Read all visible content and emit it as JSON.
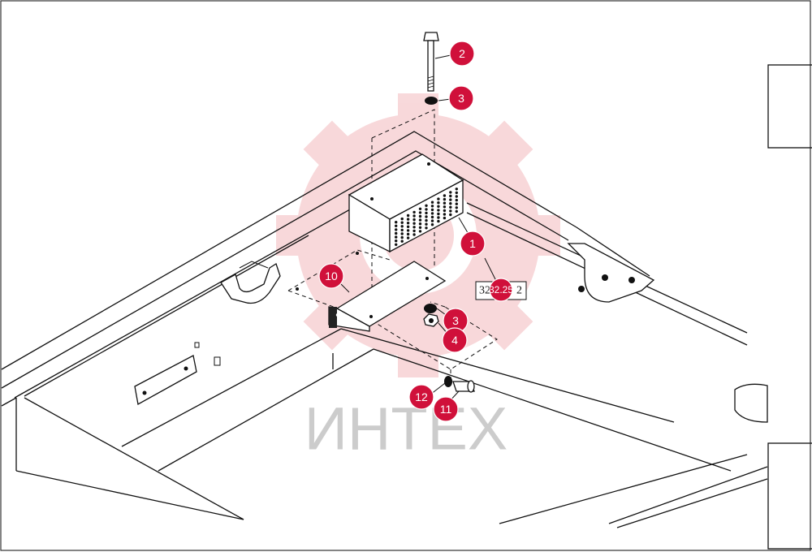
{
  "watermark": {
    "text": "ИНТЕХ",
    "color": "#d0d0d0",
    "gear_color": "#f3b9bd"
  },
  "callout_color": "#d0103a",
  "callouts": [
    {
      "id": "callout-2",
      "label": "2"
    },
    {
      "id": "callout-3a",
      "label": "3"
    },
    {
      "id": "callout-1",
      "label": "1"
    },
    {
      "id": "callout-10",
      "label": "10"
    },
    {
      "id": "callout-3b",
      "label": "3"
    },
    {
      "id": "callout-4",
      "label": "4"
    },
    {
      "id": "callout-12",
      "label": "12"
    },
    {
      "id": "callout-11",
      "label": "11"
    }
  ],
  "reference_box": {
    "left_text": "32.25",
    "right_text": "2",
    "badge": "32.25"
  }
}
